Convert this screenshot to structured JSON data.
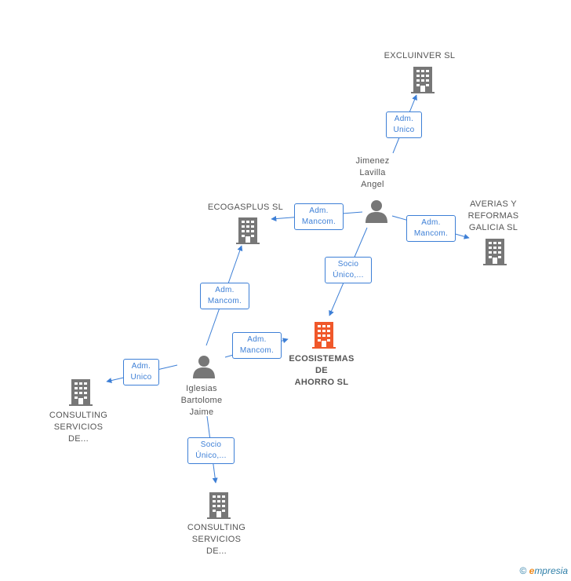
{
  "colors": {
    "edge": "#3d7fd6",
    "company_icon": "#777777",
    "person_icon": "#777777",
    "main_company_icon": "#f0582a"
  },
  "nodes": {
    "excluinver": {
      "label": "EXCLUINVER SL",
      "icon": "building-icon"
    },
    "jimenez": {
      "label": "Jimenez\nLavilla\nAngel",
      "icon": "person-icon"
    },
    "ecogasplus": {
      "label": "ECOGASPLUS SL",
      "icon": "building-icon"
    },
    "averias": {
      "label": "AVERIAS Y\nREFORMAS\nGALICIA SL",
      "icon": "building-icon"
    },
    "ecosistemas": {
      "label": "ECOSISTEMAS\nDE\nAHORRO SL",
      "icon": "building-icon"
    },
    "iglesias": {
      "label": "Iglesias\nBartolome\nJaime",
      "icon": "person-icon"
    },
    "consulting1": {
      "label": "CONSULTING\nSERVICIOS\nDE...",
      "icon": "building-icon"
    },
    "consulting2": {
      "label": "CONSULTING\nSERVICIOS\nDE...",
      "icon": "building-icon"
    }
  },
  "edges": {
    "jimenez_excluinver": "Adm.\nUnico",
    "jimenez_ecogasplus": "Adm.\nMancom.",
    "jimenez_averias": "Adm.\nMancom.",
    "jimenez_ecosistemas": "Socio\nÚnico,...",
    "iglesias_ecogasplus": "Adm.\nMancom.",
    "iglesias_ecosistemas": "Adm.\nMancom.",
    "iglesias_consulting1": "Adm.\nUnico",
    "iglesias_consulting2": "Socio\nÚnico,..."
  },
  "footer": {
    "copyright": "©",
    "brand_initial": "e",
    "brand_rest": "mpresia"
  }
}
